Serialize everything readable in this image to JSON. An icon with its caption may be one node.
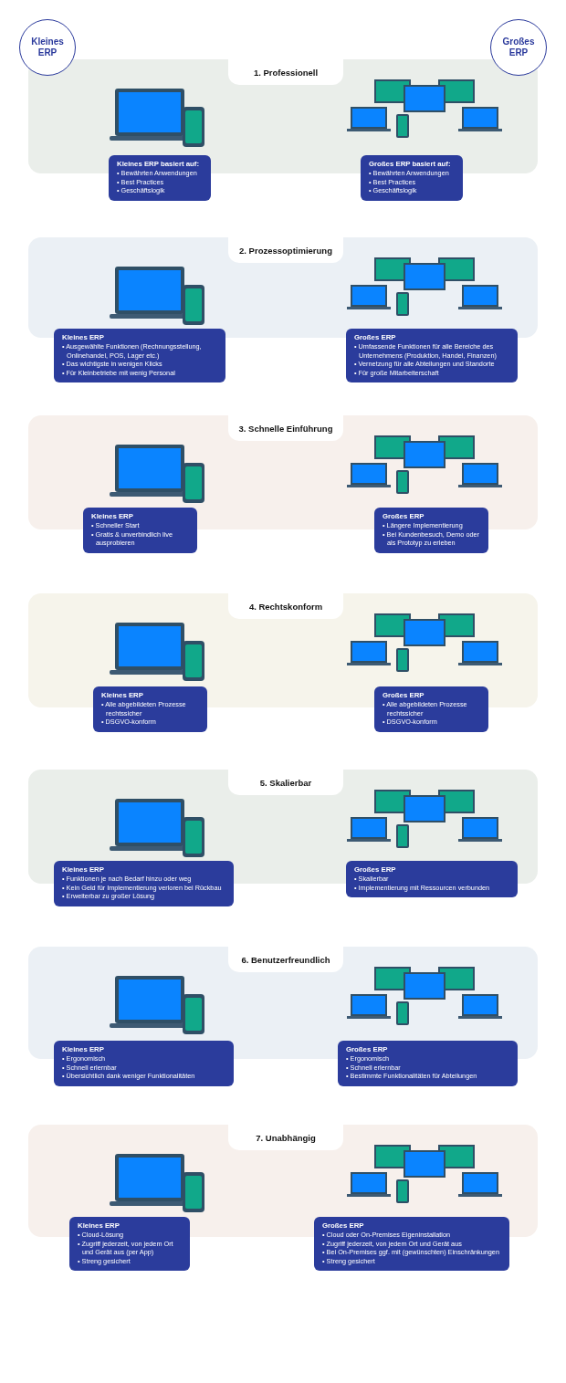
{
  "diagram": {
    "nodes": [
      {
        "text": [
          "Kleines ERP"
        ]
      },
      {
        "text": [
          "Großes ERP"
        ]
      },
      {
        "text": [
          "1. Professionell"
        ]
      },
      {
        "text": [
          "Kleines ERP basiert auf:",
          "• Bewährten Anwendungen",
          "• Best Practices",
          "• Geschäftslogik"
        ]
      },
      {
        "text": [
          "Großes ERP basiert auf:",
          "• Bewährten Anwendungen",
          "• Best Practices",
          "• Geschäftslogik"
        ]
      },
      {
        "text": [
          "2. Prozessoptimierung"
        ]
      },
      {
        "text": [
          "Kleines ERP",
          "• Ausgewählte Funktionen (Rechnungsstellung, Onlinehandel, POS, Lager etc.)",
          "• Das wichtigste in wenigen Klicks",
          "• Für Kleinbetriebe mit wenig Personal"
        ]
      },
      {
        "text": [
          "Großes ERP",
          "• Umfassende Funktionen für alle Bereiche des Unternehmens (Produktion, Handel, Finanzen)",
          "• Vernetzung für alle Abteilungen und Standorte",
          "• Für große Mitarbeiterschaft"
        ]
      },
      {
        "text": [
          "3. Schnelle Einführung"
        ]
      },
      {
        "text": [
          "Kleines ERP",
          "• Schneller Start",
          "• Gratis & unverbindlich live ausprobieren"
        ]
      },
      {
        "text": [
          "Großes ERP",
          "• Längere Implementierung",
          "• Bei Kundenbesuch, Demo oder als Prototyp zu erleben"
        ]
      },
      {
        "text": [
          "4. Rechtskonform"
        ]
      },
      {
        "text": [
          "Kleines ERP",
          "• Alle abgebildeten Prozesse rechtssicher",
          "• DSGVO-konform"
        ]
      },
      {
        "text": [
          "Großes ERP",
          "• Alle abgebildeten Prozesse rechtssicher",
          "• DSGVO-konform"
        ]
      },
      {
        "text": [
          "5. Skalierbar"
        ]
      },
      {
        "text": [
          "Kleines ERP",
          "• Funktionen je nach Bedarf hinzu oder weg",
          "• Kein Geld für Implementierung verloren bei Rückbau",
          "• Erweiterbar zu großer Lösung"
        ]
      },
      {
        "text": [
          "Großes ERP",
          "• Skalierbar",
          "• Implementierung mit Ressourcen verbunden"
        ]
      },
      {
        "text": [
          "6. Benutzerfreundlich"
        ]
      },
      {
        "text": [
          "Kleines ERP",
          "• Ergonomisch",
          "• Schnell erlernbar",
          "• Übersichtlich dank weniger Funktionalitäten"
        ]
      },
      {
        "text": [
          "Großes ERP",
          "• Ergonomisch",
          "• Schnell erlernbar",
          "• Bestimmte Funktionalitäten für Abteilungen"
        ]
      },
      {
        "text": [
          "7. Unabhängig"
        ]
      },
      {
        "text": [
          "Kleines ERP",
          "• Cloud-Lösung",
          "• Zugriff jederzeit, von jedem Ort und Gerät aus (per App)",
          "• Streng gesichert"
        ]
      },
      {
        "text": [
          "Großes ERP",
          "• Cloud oder On-Premises Eigeninstallation",
          "• Zugriff jederzeit, von jedem Ort und Gerät aus",
          "• Bei On-Premises ggf. mit (gewünschten) Einschränkungen",
          "• Streng gesichert"
        ]
      }
    ]
  }
}
